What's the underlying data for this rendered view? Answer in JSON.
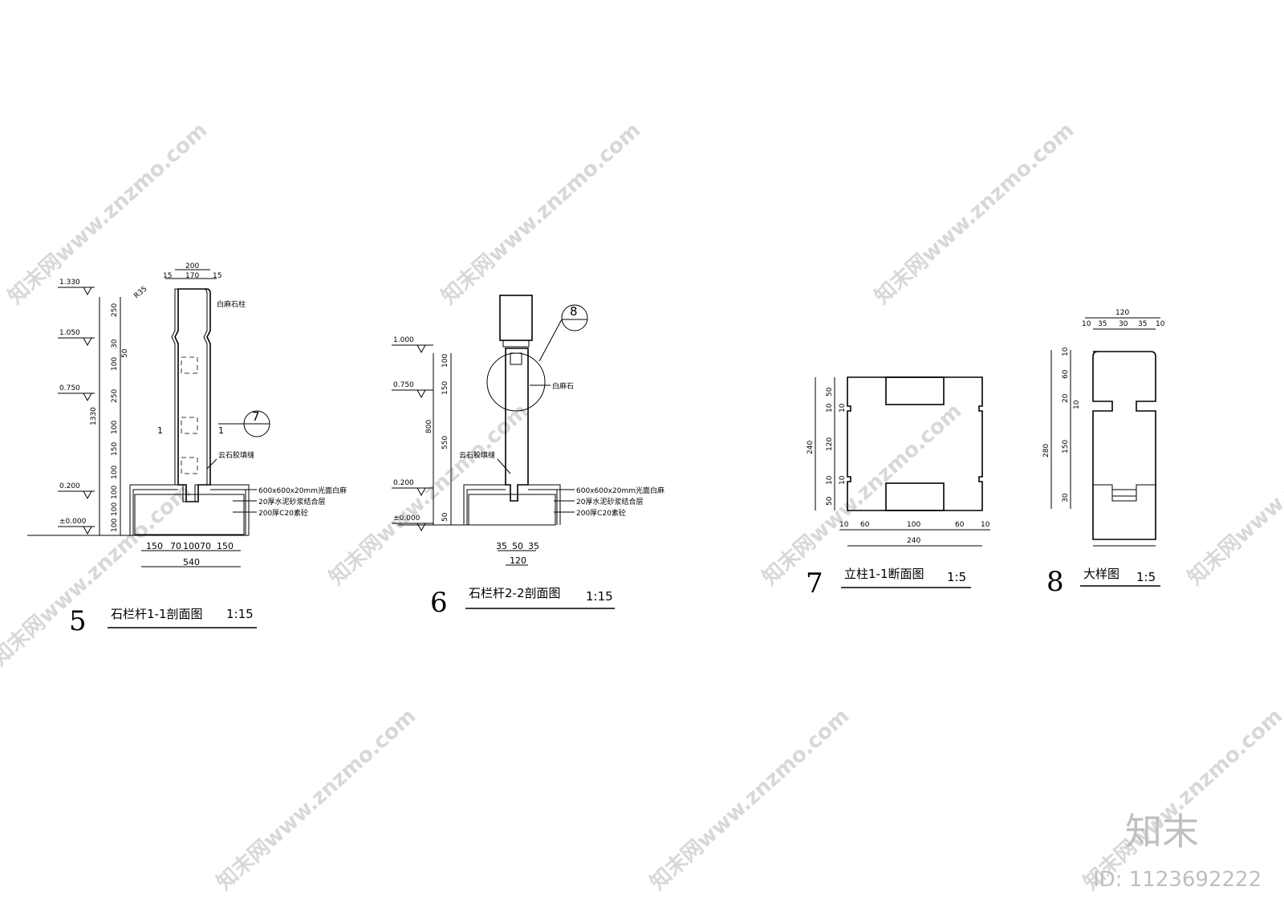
{
  "watermark": {
    "text": "知末网www.znzmo.com"
  },
  "brand": {
    "logo": "知末",
    "id": "ID: 1123692222"
  },
  "detail5": {
    "number": "5",
    "title": "石栏杆1-1剖面图",
    "scale": "1:15",
    "levels": [
      "1.330",
      "1.050",
      "0.750",
      "0.200",
      "±0.000"
    ],
    "vdims": [
      "250",
      "30",
      "50",
      "100",
      "250",
      "100",
      "150",
      "100",
      "100",
      "100",
      "100"
    ],
    "total_height": "1330",
    "top_dims": {
      "overall": "200",
      "inner": "170",
      "left": "15",
      "right": "15"
    },
    "corner_mark": "R35",
    "bottom_dims": [
      "150",
      "70",
      "100",
      "70",
      "150"
    ],
    "bottom_total": "540",
    "section_mark": "1",
    "callout": "7",
    "labels": {
      "post": "白麻石柱",
      "joint": "云石胶填缝",
      "paving": "600x600x20mm光面白麻",
      "mortar": "20厚水泥砂浆结合层",
      "concrete": "200厚C20素砼"
    }
  },
  "detail6": {
    "number": "6",
    "title": "石栏杆2-2剖面图",
    "scale": "1:15",
    "levels": [
      "1.000",
      "0.750",
      "0.200",
      "±0.000"
    ],
    "vdims": [
      "100",
      "150",
      "800",
      "550",
      "50"
    ],
    "bottom_dims": [
      "35",
      "50",
      "35"
    ],
    "bottom_total": "120",
    "callout": "8",
    "labels": {
      "stone": "白麻石",
      "joint": "云石胶填缝",
      "paving": "600x600x20mm光面白麻",
      "mortar": "20厚水泥砂浆结合层",
      "concrete": "200厚C20素砼"
    }
  },
  "detail7": {
    "number": "7",
    "title": "立柱1-1断面图",
    "scale": "1:5",
    "vdims": [
      "50",
      "10",
      "10",
      "120",
      "10",
      "10",
      "50"
    ],
    "total_height": "240",
    "hdims": [
      "10",
      "60",
      "100",
      "60",
      "10"
    ],
    "total_width": "240"
  },
  "detail8": {
    "number": "8",
    "title": "大样图",
    "scale": "1:5",
    "top_dims": [
      "10",
      "35",
      "30",
      "35",
      "10"
    ],
    "top_total": "120",
    "vdims": [
      "10",
      "60",
      "20",
      "10",
      "150",
      "30"
    ],
    "total_height": "280"
  }
}
